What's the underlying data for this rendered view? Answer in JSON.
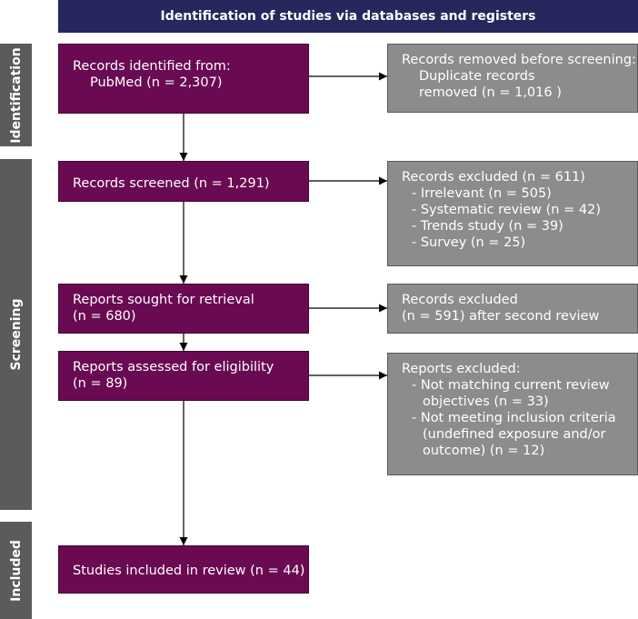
{
  "header": {
    "title": "Identification of studies via databases and registers"
  },
  "phases": {
    "identification": "Identification",
    "screening": "Screening",
    "included": "Included"
  },
  "boxes": {
    "identified": {
      "line1": "Records identified from:",
      "line2": "PubMed (n = 2,307)"
    },
    "removed": {
      "line1": "Records removed before screening:",
      "line2": "Duplicate records",
      "line3": "removed (n = 1,016 )"
    },
    "screened": {
      "line1": "Records screened (n = 1,291)"
    },
    "excluded1": {
      "line1": "Records excluded (n = 611)",
      "line2": "- Irrelevant (n = 505)",
      "line3": "- Systematic review (n = 42)",
      "line4": "- Trends study (n = 39)",
      "line5": "- Survey (n = 25)"
    },
    "sought": {
      "line1": "Reports sought for retrieval",
      "line2": "(n = 680)"
    },
    "excluded2": {
      "line1": "Records excluded",
      "line2": "(n = 591) after second review"
    },
    "assessed": {
      "line1": "Reports assessed for eligibility",
      "line2": "(n = 89)"
    },
    "excluded3": {
      "line1": "Reports excluded:",
      "line2": "- Not matching current review",
      "line3": "objectives (n = 33)",
      "line4": "- Not meeting inclusion criteria",
      "line5": "(undefined exposure and/or",
      "line6": "outcome)  (n = 12)"
    },
    "included": {
      "line1": "Studies included in review (n = 44)"
    }
  },
  "colors": {
    "header": "#27275e",
    "phase": "#5b5b5b",
    "process": "#6a0a52",
    "exclusion": "#8c8c8c"
  }
}
